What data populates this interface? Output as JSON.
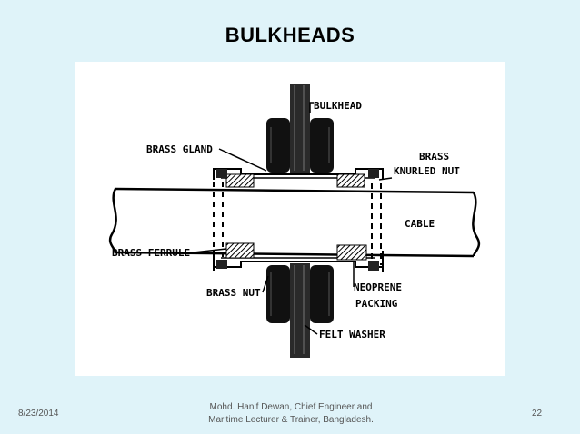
{
  "slide": {
    "title": "BULKHEADS",
    "date": "8/23/2014",
    "author_line1": "Mohd. Hanif Dewan, Chief Engineer and",
    "author_line2": "Maritime Lecturer & Trainer, Bangladesh.",
    "page_number": "22"
  },
  "diagram": {
    "labels": {
      "bulkhead": "BULKHEAD",
      "brass_gland": "BRASS GLAND",
      "brass": "BRASS",
      "knurled_nut": "KNURLED NUT",
      "cable": "CABLE",
      "brass_ferrule": "BRASS FERRULE",
      "neoprene": "NEOPRENE",
      "packing": "PACKING",
      "brass_nut": "BRASS NUT",
      "felt_washer": "FELT WASHER"
    }
  }
}
